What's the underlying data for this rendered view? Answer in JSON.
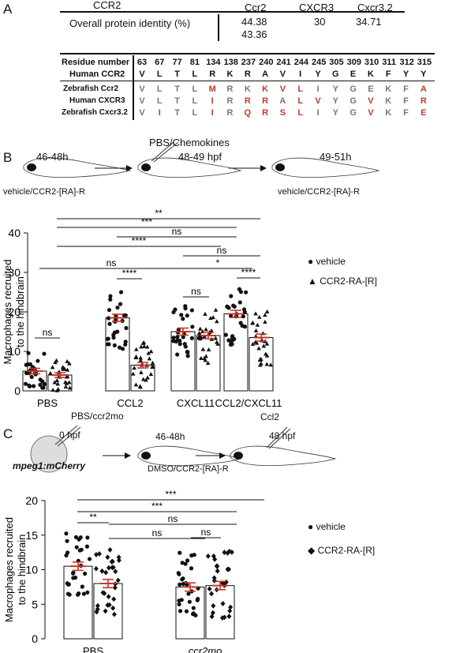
{
  "panel_a": {
    "letter": "A",
    "identity_table": {
      "header_left": "CCR2",
      "headers": [
        "Ccr2",
        "CXCR3",
        "Cxcr3.2"
      ],
      "row_label": "Overall protein identity (%)",
      "values": [
        "44.38\n43.36",
        "30",
        "34.71"
      ]
    },
    "residue_table": {
      "row_labels": [
        "Residue number",
        "Human CCR2",
        "Zebrafish Ccr2",
        "Human CXCR3",
        "Zebrafish Cxcr3.2"
      ],
      "residue_numbers": [
        "63",
        "67",
        "77",
        "81",
        "134",
        "138",
        "237",
        "240",
        "241",
        "244",
        "245",
        "305",
        "309",
        "310",
        "311",
        "312",
        "315"
      ],
      "human_ccr2": [
        "V",
        "L",
        "T",
        "L",
        "R",
        "K",
        "R",
        "A",
        "V",
        "I",
        "Y",
        "G",
        "E",
        "K",
        "F",
        "Y",
        "Y"
      ],
      "rows": [
        {
          "aa": [
            "V",
            "L",
            "T",
            "L",
            "M",
            "R",
            "K",
            "K",
            "V",
            "L",
            "I",
            "Y",
            "G",
            "E",
            "K",
            "F",
            "A"
          ],
          "colors": [
            "g",
            "g",
            "g",
            "g",
            "r",
            "g",
            "g",
            "r",
            "r",
            "r",
            "g",
            "g",
            "g",
            "g",
            "g",
            "g",
            "r"
          ]
        },
        {
          "aa": [
            "V",
            "L",
            "T",
            "L",
            "I",
            "R",
            "R",
            "R",
            "A",
            "L",
            "V",
            "Y",
            "G",
            "V",
            "K",
            "F",
            "R"
          ],
          "colors": [
            "g",
            "g",
            "g",
            "g",
            "r",
            "g",
            "r",
            "r",
            "g",
            "r",
            "r",
            "g",
            "g",
            "r",
            "g",
            "g",
            "r"
          ]
        },
        {
          "aa": [
            "V",
            "I",
            "T",
            "L",
            "I",
            "R",
            "Q",
            "R",
            "S",
            "L",
            "I",
            "Y",
            "G",
            "V",
            "K",
            "F",
            "E"
          ],
          "colors": [
            "g",
            "r",
            "g",
            "g",
            "r",
            "g",
            "r",
            "r",
            "r",
            "r",
            "g",
            "g",
            "g",
            "r",
            "g",
            "g",
            "r"
          ]
        }
      ]
    }
  },
  "panel_b": {
    "letter": "B",
    "timeline": {
      "stage1": "46-48h",
      "stage2": "48-49 hpf",
      "injection_label": "PBS/Chemokines",
      "stage3": "49-51h",
      "treat1": "vehicle/CCR2-[RA]-R",
      "treat3": "vehicle/CCR2-[RA]-R"
    },
    "legend": [
      "vehicle",
      "CCR2-RA-[R]"
    ],
    "significance": [
      {
        "label": "**"
      },
      {
        "label": "***"
      },
      {
        "label": "ns"
      },
      {
        "label": "****"
      },
      {
        "label": "ns"
      },
      {
        "label": "ns"
      },
      {
        "label": "*"
      },
      {
        "label": "****"
      },
      {
        "label": "ns"
      },
      {
        "label": "****"
      },
      {
        "label": "ns"
      }
    ]
  },
  "panel_c": {
    "letter": "C",
    "timeline": {
      "injection_label": "PBS/ccr2mo",
      "stage1": "0 hpf",
      "embryo_label": "mpeg1:mCherry",
      "stage2": "46-48h",
      "treat2": "DMSO/CCR2-[RA]-R",
      "injection2_label": "Ccl2",
      "stage3": "48 hpf"
    },
    "legend": [
      "vehicle",
      "CCR2-RA-[R]"
    ],
    "significance": [
      {
        "label": "***"
      },
      {
        "label": "***"
      },
      {
        "label": "**"
      },
      {
        "label": "ns"
      },
      {
        "label": "ns"
      },
      {
        "label": "ns"
      }
    ]
  },
  "chart_data": [
    {
      "type": "bar",
      "ylabel": "Macrophages recruited\nto the hindbrain",
      "ylim": [
        0,
        40
      ],
      "yticks": [
        0,
        10,
        20,
        30,
        40
      ],
      "categories": [
        "PBS",
        "CCL2",
        "CXCL11",
        "CCL2/CXCL11"
      ],
      "series": [
        {
          "name": "vehicle",
          "values": [
            5,
            18.5,
            15,
            19.5
          ],
          "sem": [
            0.7,
            0.9,
            0.9,
            0.9
          ]
        },
        {
          "name": "CCR2-RA-[R]",
          "values": [
            4,
            6.5,
            14,
            13.5
          ],
          "sem": [
            0.6,
            0.7,
            0.8,
            0.9
          ]
        }
      ]
    },
    {
      "type": "bar",
      "ylabel": "Macrophages recruited\nto the hindbrain",
      "ylim": [
        0,
        20
      ],
      "yticks": [
        0,
        5,
        10,
        15,
        20
      ],
      "categories": [
        "PBS",
        "ccr2mo"
      ],
      "series": [
        {
          "name": "vehicle",
          "values": [
            10.5,
            7.5
          ],
          "sem": [
            0.6,
            0.6
          ]
        },
        {
          "name": "CCR2-RA-[R]",
          "values": [
            8,
            7.7
          ],
          "sem": [
            0.6,
            0.6
          ]
        }
      ]
    }
  ]
}
